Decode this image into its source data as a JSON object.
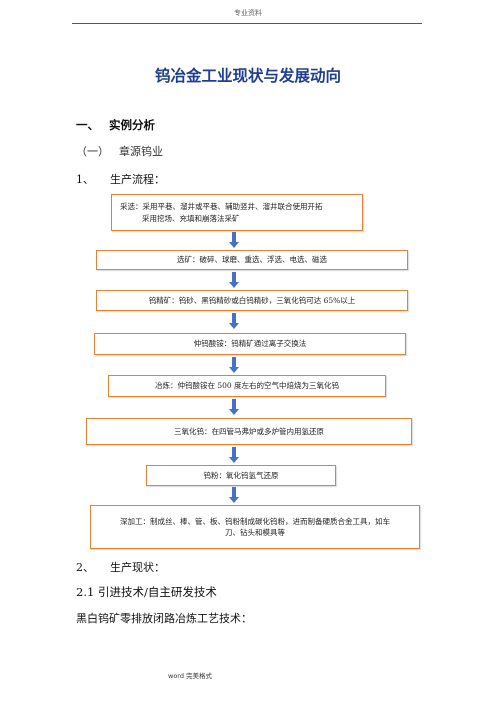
{
  "header": {
    "label": "专业资料"
  },
  "title": "钨冶金工业现状与发展动向",
  "section1": {
    "number": "一、",
    "heading": "实例分析"
  },
  "subsection": {
    "number": "（一）",
    "heading": "章源钨业"
  },
  "item1": {
    "number": "1、",
    "label": "生产流程："
  },
  "flow": [
    {
      "line1": "采选：采用平巷、溜井或平巷、辅助竖井、溜井联合使用开拓",
      "line2": "采用挖场、充填和崩落法采矿"
    },
    {
      "line1": "选矿：破碎、球磨、重选、浮选、电选、磁选",
      "line2": ""
    },
    {
      "line1": "钨精矿：钨砂、黑钨精砂或白钨精砂，三氧化钨可达 65%以上",
      "line2": ""
    },
    {
      "line1": "仲钨酸铵：钨精矿通过离子交换法",
      "line2": ""
    },
    {
      "line1": "冶炼：仲钨酸铵在 500 度左右的空气中焙烧为三氧化钨",
      "line2": ""
    },
    {
      "line1": "三氧化钨：在四管马弗炉或多炉管内用氢还原",
      "line2": ""
    },
    {
      "line1": "钨粉：氧化钨氢气还原",
      "line2": ""
    },
    {
      "line1": "深加工：制成丝、棒、管、板、钨粉制成碳化钨粉，进而制备硬质合金工具，如车",
      "line2": "刀、钻头和模具等"
    }
  ],
  "item2": {
    "number": "2、",
    "label": "生产现状："
  },
  "section21": "2.1 引进技术/自主研发技术",
  "paragraph": "黑白钨矿零排放闭路冶炼工艺技术：",
  "footer": {
    "label": "word 完美格式"
  },
  "colors": {
    "box_border": "#ed7d31",
    "arrow": "#4472c4",
    "title": "#1f3e8f"
  }
}
